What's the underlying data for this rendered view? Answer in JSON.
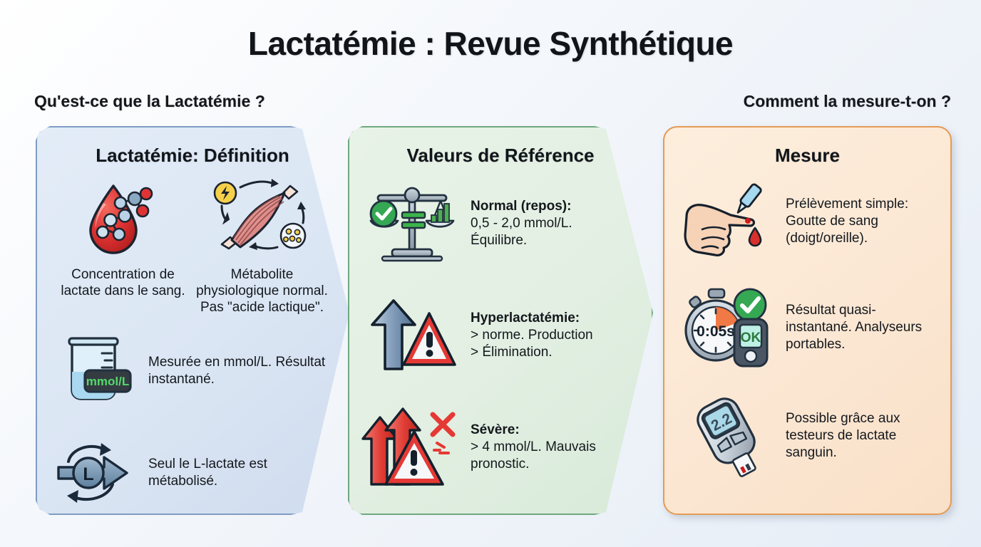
{
  "title": "Lactatémie : Revue Synthétique",
  "headings": {
    "left": "Qu'est-ce que la Lactatémie ?",
    "right": "Comment la mesure-t-on ?"
  },
  "colors": {
    "panel_blue_fill": "#dbe6f4",
    "panel_blue_border": "#7f9cc4",
    "panel_green_fill": "#e2efe2",
    "panel_green_border": "#6fa87f",
    "panel_orange_fill": "#fbe7d3",
    "panel_orange_border": "#e49b55",
    "blood_red": "#e03434",
    "warning_red": "#e53935",
    "success_green": "#34a853",
    "steel_blue": "#7b97b5",
    "background": "#eef3f9",
    "text": "#14181d"
  },
  "panels": {
    "definition": {
      "title": "Lactatémie: Définition",
      "columns": [
        {
          "icon": "blood-drop-molecule-icon",
          "text": "Concentration de lactate dans le sang."
        },
        {
          "icon": "muscle-energy-cycle-icon",
          "text": "Métabolite physiologique normal. Pas \"acide lactique\"."
        }
      ],
      "rows": [
        {
          "icon": "beaker-mmol-icon",
          "icon_label": "mmol/L",
          "text": "Mesurée en mmol/L. Résultat instantané."
        },
        {
          "icon": "l-lactate-cycle-arrow-icon",
          "icon_label": "L",
          "text": "Seul le L-lactate est métabolisé."
        }
      ]
    },
    "values": {
      "title": "Valeurs de Référence",
      "rows": [
        {
          "icon": "balance-scale-check-icon",
          "label": "Normal (repos):",
          "text": "0,5 - 2,0 mmol/L. Équilibre."
        },
        {
          "icon": "up-arrow-warning-icon",
          "label": "Hyperlactatémie:",
          "text": "> norme. Production > Élimination."
        },
        {
          "icon": "double-up-arrow-danger-icon",
          "label": "Sévère:",
          "text": "> 4 mmol/L. Mauvais pronostic."
        }
      ]
    },
    "measure": {
      "title": "Mesure",
      "rows": [
        {
          "icon": "finger-prick-lancet-icon",
          "text": "Prélèvement simple: Goutte de sang (doigt/oreille)."
        },
        {
          "icon": "stopwatch-analyzer-icon",
          "icon_label_time": "0:05s",
          "icon_label_ok": "OK",
          "text": "Résultat quasi-instantané. Analyseurs portables."
        },
        {
          "icon": "glucometer-device-icon",
          "text": "Possible grâce aux testeurs de lactate sanguin."
        }
      ]
    }
  }
}
